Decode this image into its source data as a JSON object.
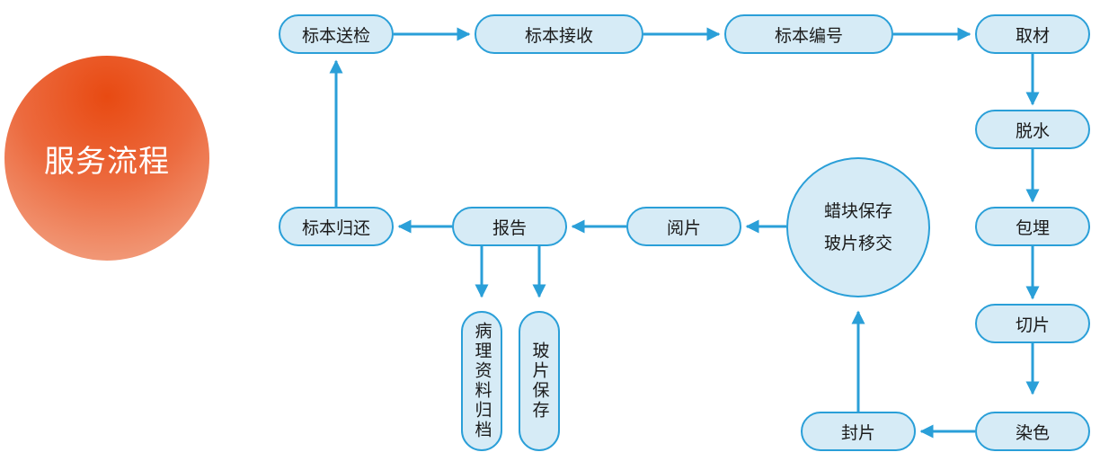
{
  "title": "服务流程",
  "steps": {
    "specimen_submit": "标本送检",
    "specimen_receive": "标本接收",
    "specimen_number": "标本编号",
    "sampling": "取材",
    "dehydration": "脱水",
    "embedding": "包埋",
    "sectioning": "切片",
    "staining": "染色",
    "sealing": "封片",
    "reading": "阅片",
    "report": "报告",
    "specimen_return": "标本归还",
    "archive": "病理资料归档",
    "slide_save": "玻片保存",
    "block_save": "蜡块保存",
    "slide_transfer": "玻片移交"
  },
  "colors": {
    "node_fill": "#d6ebf6",
    "node_border": "#2a9fd8",
    "arrow": "#2a9fd8",
    "title_circle": "#e84a12",
    "title_text": "#ffffff"
  }
}
